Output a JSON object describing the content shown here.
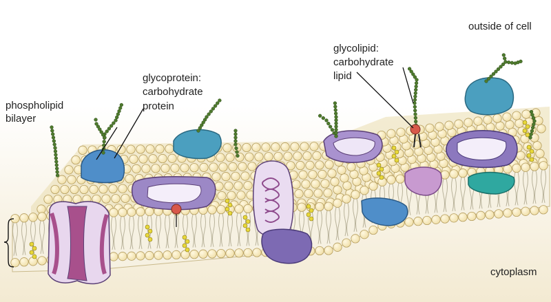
{
  "labels": {
    "outside_of_cell": "outside of cell",
    "cytoplasm": "cytoplasm",
    "phospholipid": "phospholipid",
    "bilayer": "bilayer",
    "glycoprotein": "glycoprotein:",
    "glycoprotein_carbohydrate": "carbohydrate",
    "glycoprotein_protein": "protein",
    "glycolipid": "glycolipid:",
    "glycolipid_carbohydrate": "carbohydrate",
    "glycolipid_lipid": "lipid"
  },
  "colors": {
    "bg_top": "#ffffff",
    "bg_bottom": "#f3ead2",
    "lipid_head": "#f0dfa8",
    "lipid_head_edge": "#b49c5c",
    "lipid_tail": "#b9b39b",
    "cholesterol": "#e8d83a",
    "protein_purple": "#9c88c6",
    "protein_purple_dark": "#6f5a9f",
    "protein_magenta": "#a8508c",
    "protein_blue": "#4f8ec9",
    "protein_teal_light": "#4b9fbf",
    "protein_teal": "#2fa8a0",
    "protein_pink": "#c89ad0",
    "carbohydrate_chain": "#4e7a2d",
    "glycolipid_head": "#d8584a"
  }
}
